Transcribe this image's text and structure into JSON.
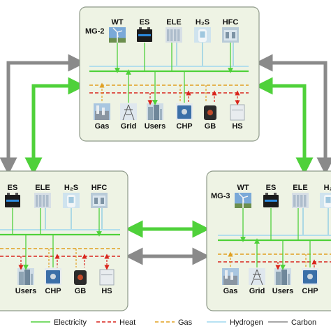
{
  "microgrids": [
    {
      "id": "mg2",
      "label": "MG-2",
      "top_devices": [
        {
          "key": "wt",
          "label": "WT",
          "icon": "wind-turbine-icon"
        },
        {
          "key": "es",
          "label": "ES",
          "icon": "battery-icon"
        },
        {
          "key": "ele",
          "label": "ELE",
          "icon": "electrolyzer-icon"
        },
        {
          "key": "h2s",
          "label": "H₂S",
          "icon": "hydrogen-storage-icon"
        },
        {
          "key": "hfc",
          "label": "HFC",
          "icon": "fuel-cell-icon"
        }
      ],
      "bottom_devices": [
        {
          "key": "gas",
          "label": "Gas",
          "icon": "gas-plant-icon"
        },
        {
          "key": "grid",
          "label": "Grid",
          "icon": "power-grid-icon"
        },
        {
          "key": "users",
          "label": "Users",
          "icon": "buildings-icon"
        },
        {
          "key": "chp",
          "label": "CHP",
          "icon": "chp-unit-icon"
        },
        {
          "key": "gb",
          "label": "GB",
          "icon": "gas-boiler-icon"
        },
        {
          "key": "hs",
          "label": "HS",
          "icon": "heat-storage-icon"
        }
      ]
    },
    {
      "id": "mg1",
      "label": "",
      "top_devices": [
        {
          "key": "es",
          "label": "ES",
          "icon": "battery-icon"
        },
        {
          "key": "ele",
          "label": "ELE",
          "icon": "electrolyzer-icon"
        },
        {
          "key": "h2s",
          "label": "H₂S",
          "icon": "hydrogen-storage-icon"
        },
        {
          "key": "hfc",
          "label": "HFC",
          "icon": "fuel-cell-icon"
        }
      ],
      "bottom_devices": [
        {
          "key": "users",
          "label": "Users",
          "icon": "buildings-icon"
        },
        {
          "key": "chp",
          "label": "CHP",
          "icon": "chp-unit-icon"
        },
        {
          "key": "gb",
          "label": "GB",
          "icon": "gas-boiler-icon"
        },
        {
          "key": "hs",
          "label": "HS",
          "icon": "heat-storage-icon"
        }
      ]
    },
    {
      "id": "mg3",
      "label": "MG-3",
      "top_devices": [
        {
          "key": "wt",
          "label": "WT",
          "icon": "wind-turbine-icon"
        },
        {
          "key": "es",
          "label": "ES",
          "icon": "battery-icon"
        },
        {
          "key": "ele",
          "label": "ELE",
          "icon": "electrolyzer-icon"
        },
        {
          "key": "h2s",
          "label": "H₂",
          "icon": "hydrogen-storage-icon"
        }
      ],
      "bottom_devices": [
        {
          "key": "gas",
          "label": "Gas",
          "icon": "gas-plant-icon"
        },
        {
          "key": "grid",
          "label": "Grid",
          "icon": "power-grid-icon"
        },
        {
          "key": "users",
          "label": "Users",
          "icon": "buildings-icon"
        },
        {
          "key": "chp",
          "label": "CHP",
          "icon": "chp-unit-icon"
        }
      ]
    }
  ],
  "legend": [
    {
      "key": "electricity",
      "label": "Electricity",
      "color": "#4fd13a",
      "dash": "solid"
    },
    {
      "key": "heat",
      "label": "Heat",
      "color": "#d9241c",
      "dash": "dashed"
    },
    {
      "key": "gas",
      "label": "Gas",
      "color": "#e0a020",
      "dash": "dashed"
    },
    {
      "key": "hydrogen",
      "label": "Hydrogen",
      "color": "#9fd8ef",
      "dash": "solid"
    },
    {
      "key": "carbon",
      "label": "Carbon",
      "color": "#8a8a8a",
      "dash": "solid"
    }
  ],
  "colors": {
    "panel_fill": "#eef3e4",
    "panel_stroke": "#8f9a8a",
    "electricity": "#4fd13a",
    "heat": "#d9241c",
    "gas": "#e0a020",
    "hydrogen": "#9fd8ef",
    "carbon": "#8a8a8a"
  }
}
